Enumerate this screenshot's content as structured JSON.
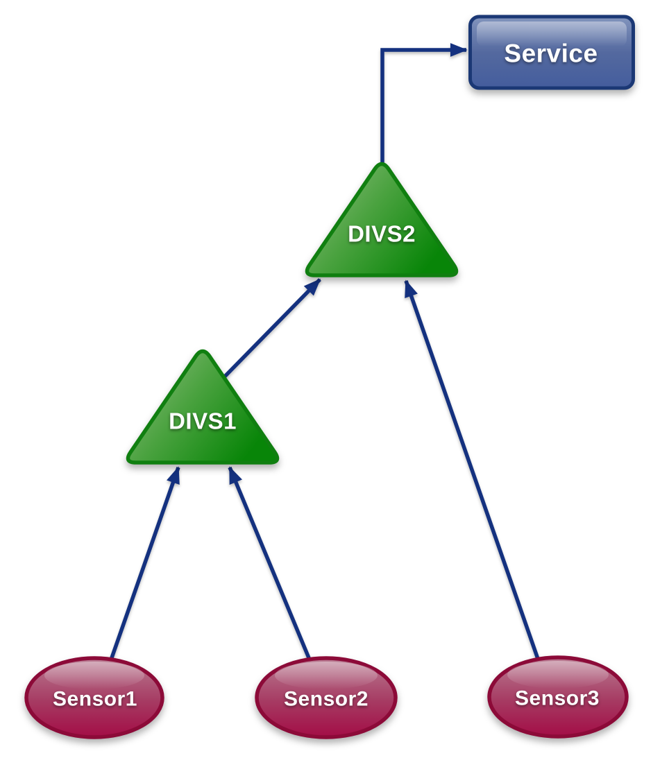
{
  "diagram": {
    "background_color": "#ffffff",
    "arrow_color": "#14317f",
    "nodes": {
      "service": {
        "label": "Service",
        "shape": "rounded-rectangle",
        "fill_top": "#8294bd",
        "fill_bottom": "#445d9d",
        "border_color": "#1b3875",
        "text_color": "#ffffff"
      },
      "divs2": {
        "label": "DIVS2",
        "shape": "triangle",
        "fill_light": "#93c083",
        "fill_dark": "#088508",
        "border_color": "#107f10",
        "text_color": "#ffffff"
      },
      "divs1": {
        "label": "DIVS1",
        "shape": "triangle",
        "fill_light": "#93c083",
        "fill_dark": "#088508",
        "border_color": "#107f10",
        "text_color": "#ffffff"
      },
      "sensor1": {
        "label": "Sensor1",
        "shape": "ellipse",
        "fill_top": "#b97c92",
        "fill_bottom": "#a30d46",
        "border_color": "#8c0a38",
        "text_color": "#ffffff"
      },
      "sensor2": {
        "label": "Sensor2",
        "shape": "ellipse",
        "fill_top": "#b97c92",
        "fill_bottom": "#a30d46",
        "border_color": "#8c0a38",
        "text_color": "#ffffff"
      },
      "sensor3": {
        "label": "Sensor3",
        "shape": "ellipse",
        "fill_top": "#b97c92",
        "fill_bottom": "#a30d46",
        "border_color": "#8c0a38",
        "text_color": "#ffffff"
      }
    },
    "edges": [
      {
        "from": "Sensor1",
        "to": "DIVS1",
        "type": "straight"
      },
      {
        "from": "Sensor2",
        "to": "DIVS1",
        "type": "straight"
      },
      {
        "from": "DIVS1",
        "to": "DIVS2",
        "type": "straight"
      },
      {
        "from": "Sensor3",
        "to": "DIVS2",
        "type": "straight"
      },
      {
        "from": "DIVS2",
        "to": "Service",
        "type": "elbow"
      }
    ]
  }
}
